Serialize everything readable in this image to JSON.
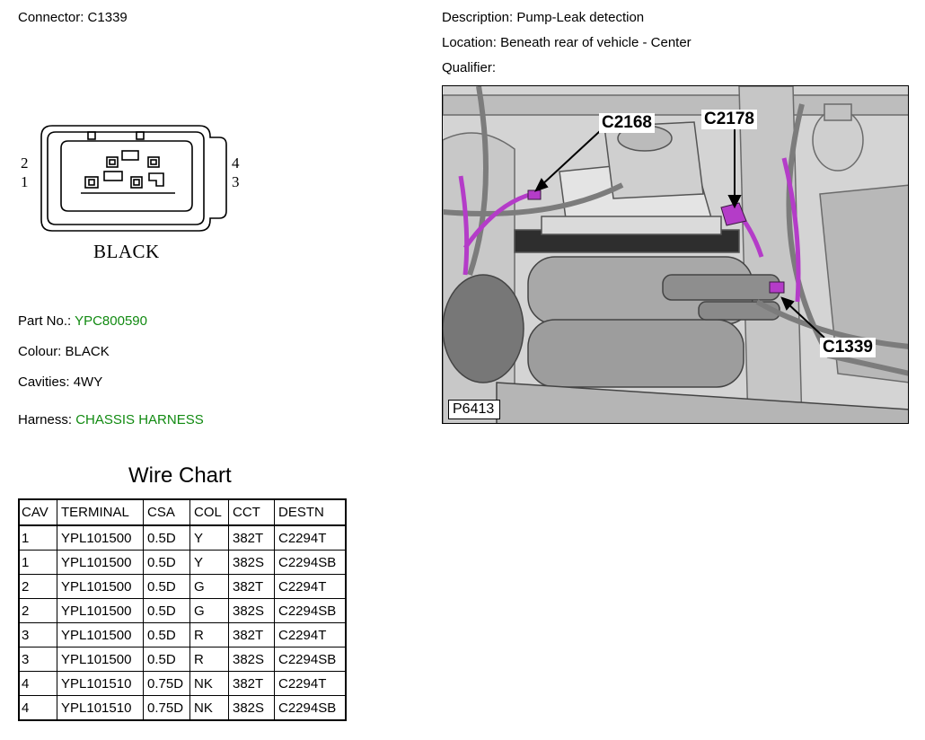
{
  "connector": {
    "label": "Connector:",
    "value": "C1339"
  },
  "description": {
    "label": "Description:",
    "value": "Pump-Leak detection"
  },
  "location": {
    "label": "Location:",
    "value": "Beneath rear of vehicle - Center"
  },
  "qualifier": {
    "label": "Qualifier:",
    "value": ""
  },
  "diagram": {
    "pins_left": [
      "2",
      "1"
    ],
    "pins_right": [
      "4",
      "3"
    ],
    "colour_text": "BLACK"
  },
  "photo": {
    "callouts": [
      "C2168",
      "C2178",
      "C1339"
    ],
    "ref": "P6413",
    "highlight_color": "#b43cc8"
  },
  "part_no": {
    "label": "Part No.:",
    "value": "YPC800590"
  },
  "colour": {
    "label": "Colour:",
    "value": "BLACK"
  },
  "cavities": {
    "label": "Cavities:",
    "value": "4WY"
  },
  "harness": {
    "label": "Harness:",
    "value": "CHASSIS HARNESS"
  },
  "wire_chart": {
    "title": "Wire Chart",
    "headers": [
      "CAV",
      "TERMINAL",
      "CSA",
      "COL",
      "CCT",
      "DESTN"
    ],
    "rows": [
      [
        "1",
        "YPL101500",
        "0.5D",
        "Y",
        "382T",
        "C2294T"
      ],
      [
        "1",
        "YPL101500",
        "0.5D",
        "Y",
        "382S",
        "C2294SB"
      ],
      [
        "2",
        "YPL101500",
        "0.5D",
        "G",
        "382T",
        "C2294T"
      ],
      [
        "2",
        "YPL101500",
        "0.5D",
        "G",
        "382S",
        "C2294SB"
      ],
      [
        "3",
        "YPL101500",
        "0.5D",
        "R",
        "382T",
        "C2294T"
      ],
      [
        "3",
        "YPL101500",
        "0.5D",
        "R",
        "382S",
        "C2294SB"
      ],
      [
        "4",
        "YPL101510",
        "0.75D",
        "NK",
        "382T",
        "C2294T"
      ],
      [
        "4",
        "YPL101510",
        "0.75D",
        "NK",
        "382S",
        "C2294SB"
      ]
    ]
  },
  "colors": {
    "link_green": "#118a11"
  }
}
